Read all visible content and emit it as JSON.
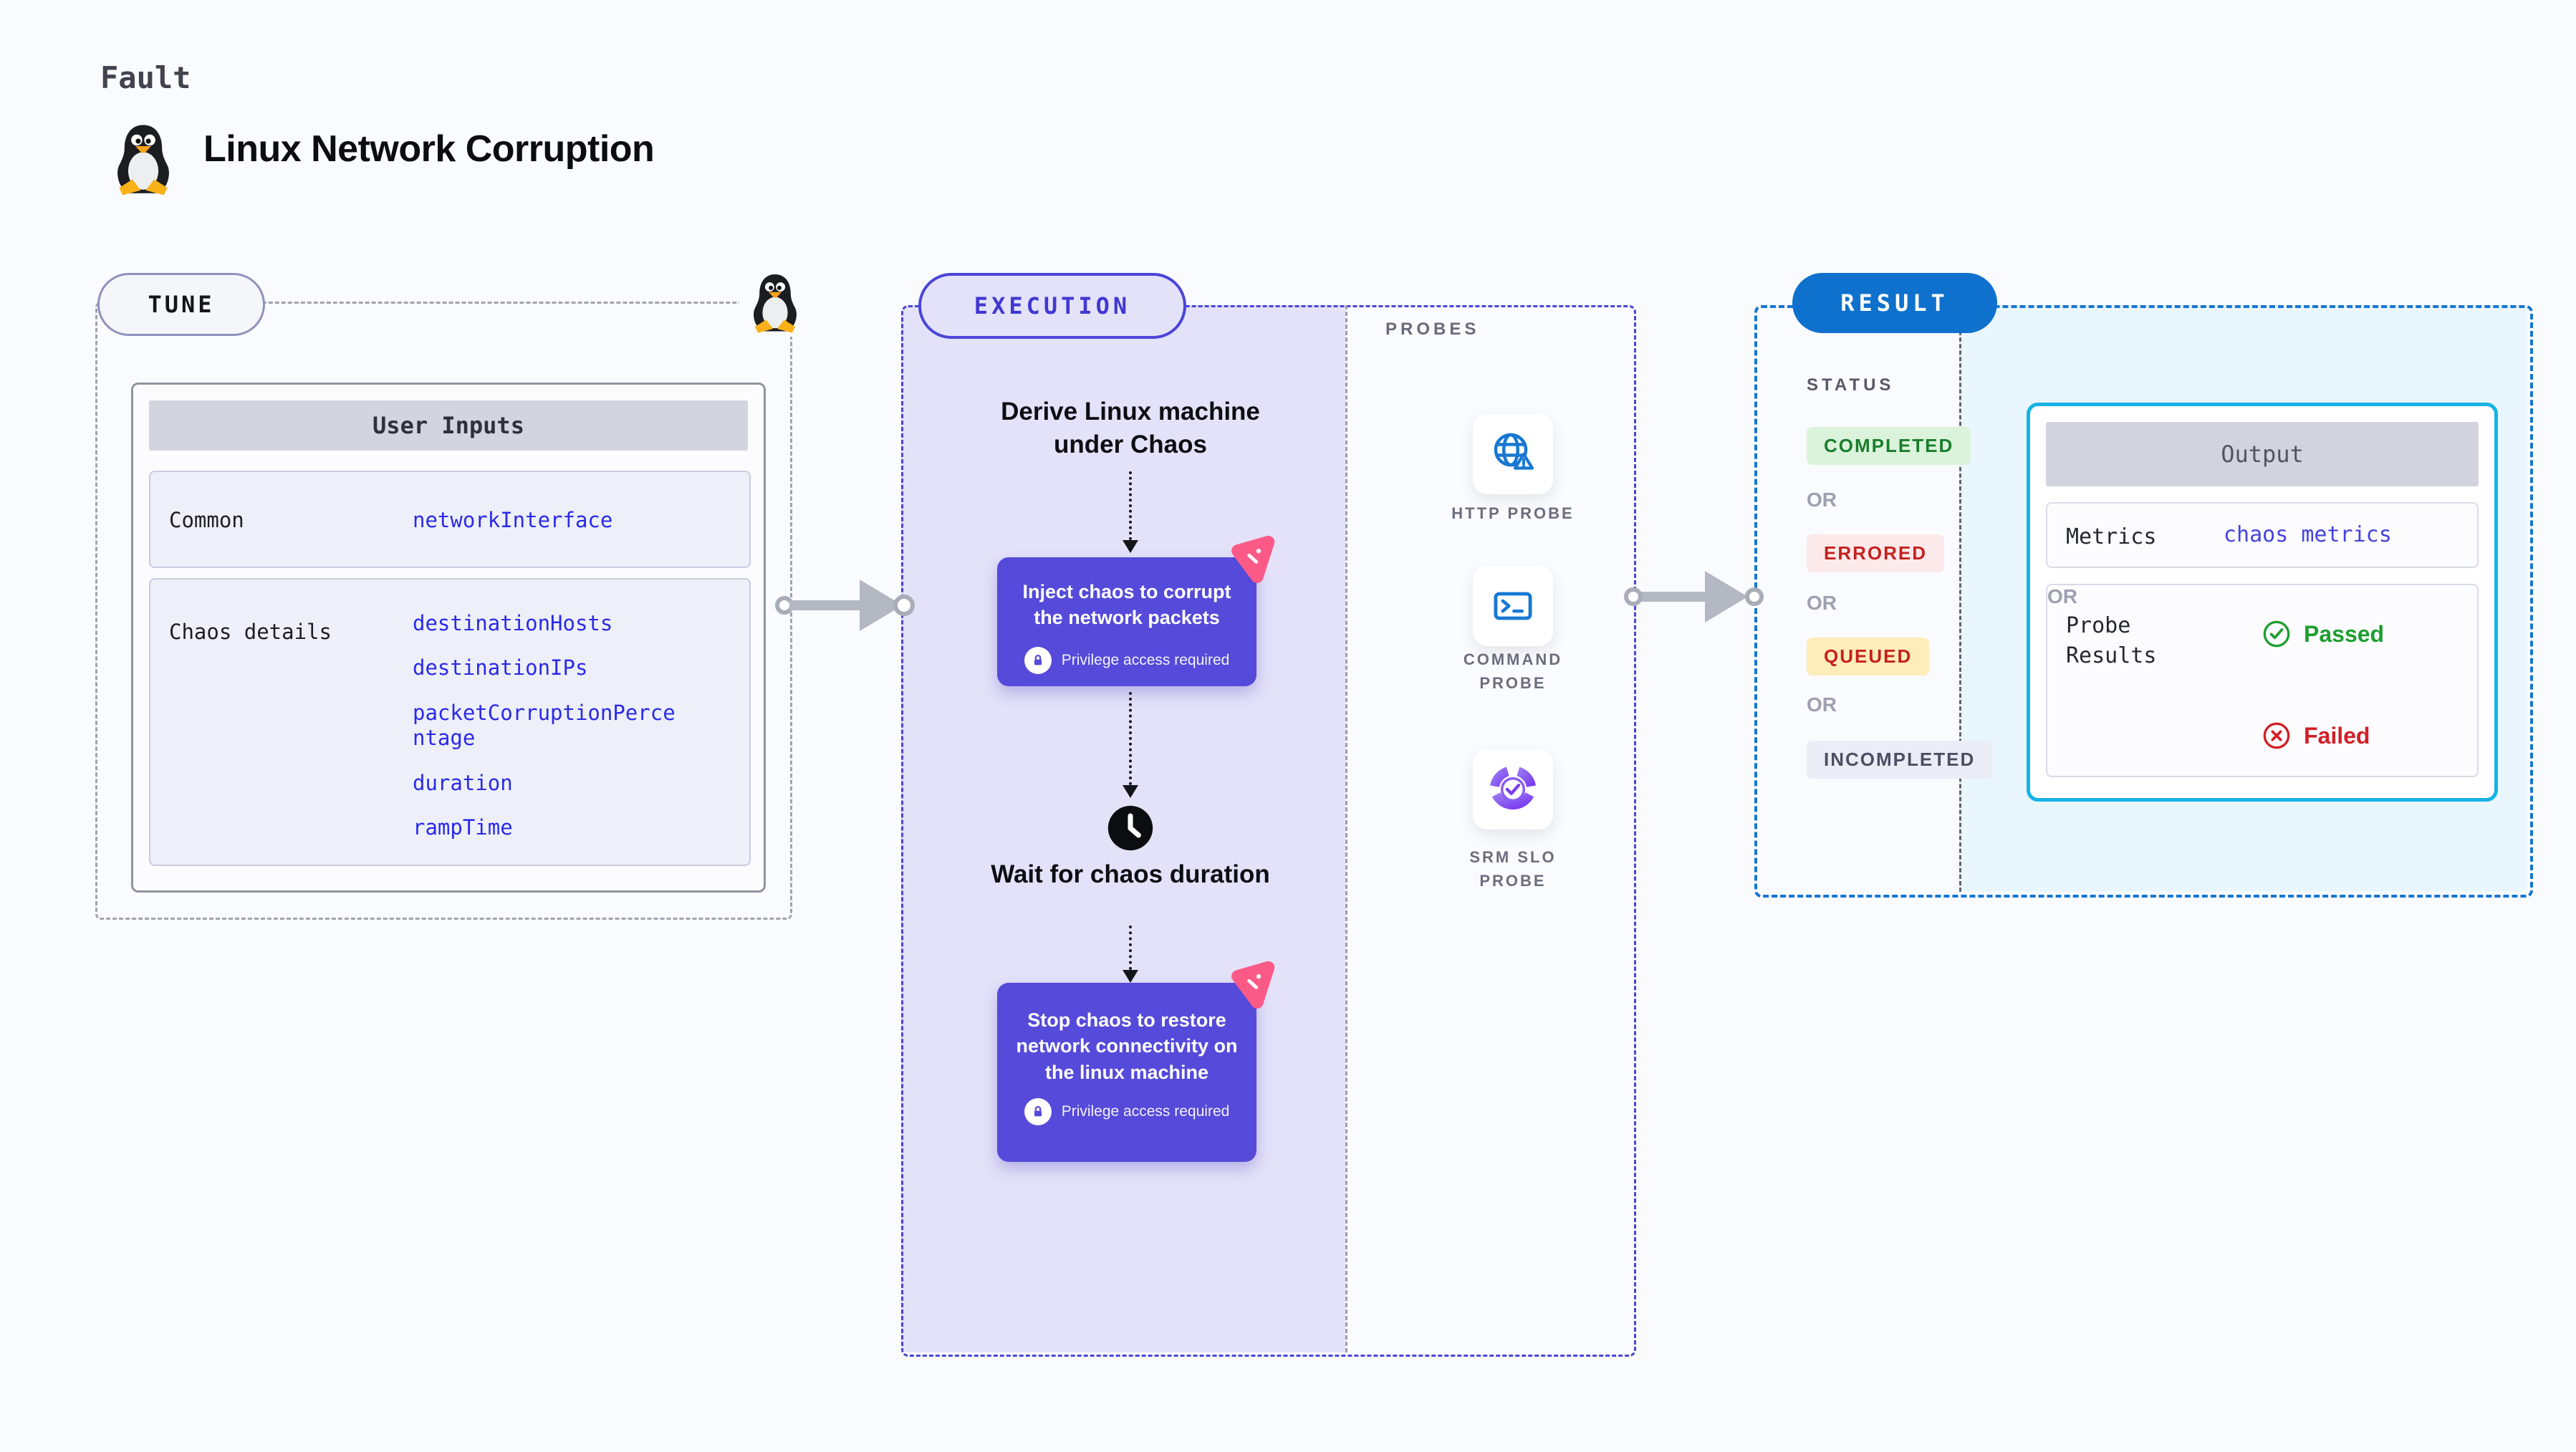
{
  "page": {
    "kicker": "Fault",
    "title": "Linux Network Corruption"
  },
  "tune": {
    "badge": "TUNE",
    "table": {
      "header": "User Inputs",
      "rows": [
        {
          "label": "Common",
          "values": [
            "networkInterface"
          ]
        },
        {
          "label": "Chaos details",
          "values": [
            "destinationHosts",
            "destinationIPs",
            "packetCorruptionPercentage",
            "duration",
            "rampTime"
          ]
        }
      ]
    }
  },
  "execution": {
    "badge": "EXECUTION",
    "derive_step": "Derive Linux machine under Chaos",
    "inject_step": "Inject chaos to corrupt the network packets",
    "wait_step": "Wait for chaos duration",
    "stop_step": "Stop chaos to restore network connectivity on the linux machine",
    "privilege_note": "Privilege access required"
  },
  "probes": {
    "label": "PROBES",
    "items": [
      {
        "label": "HTTP PROBE",
        "icon": "globe-alert-icon"
      },
      {
        "label": "COMMAND PROBE",
        "icon": "terminal-icon"
      },
      {
        "label": "SRM SLO PROBE",
        "icon": "slo-donut-icon"
      }
    ]
  },
  "result": {
    "badge": "RESULT",
    "status_label": "STATUS",
    "or_label": "OR",
    "statuses": [
      {
        "label": "COMPLETED",
        "bg": "#dcf3db",
        "color": "#1a7d2c"
      },
      {
        "label": "ERRORED",
        "bg": "#fce9e9",
        "color": "#c4221f"
      },
      {
        "label": "QUEUED",
        "bg": "#fdedba",
        "color": "#c6201c"
      },
      {
        "label": "INCOMPLETED",
        "bg": "#ebedf6",
        "color": "#4b4f63"
      }
    ],
    "output": {
      "header": "Output",
      "metrics_label": "Metrics",
      "metrics_value": "chaos metrics",
      "probe_results_label": "Probe Results",
      "passed_label": "Passed",
      "failed_label": "Failed"
    }
  },
  "colors": {
    "page_bg": "#fafbfe",
    "execution_fill": "#e4e2f9",
    "execution_accent": "#4b45d8",
    "chaos_box": "#554ad9",
    "chaos_burst_pink": "#fb5a87",
    "result_accent": "#1576d1",
    "result_pill": "#0e71cd",
    "result_fill": "#e9f6fd",
    "output_border": "#16b2e6",
    "probe_icon_blue": "#1778d2",
    "value_text_blue": "#2a2ae8",
    "passed_green": "#1d9e31",
    "failed_red": "#d21e26"
  }
}
